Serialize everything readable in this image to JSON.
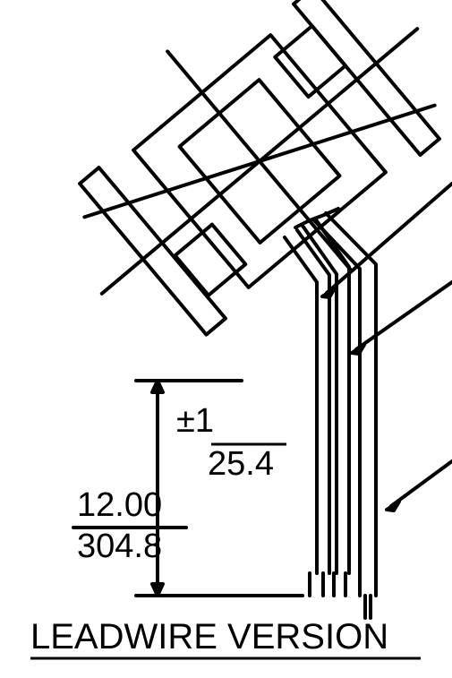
{
  "title": "LEADWIRE VERSION",
  "tolerance": {
    "top": "±1",
    "bottom": "25.4"
  },
  "length": {
    "top": "12.00",
    "bottom": "304.8"
  }
}
